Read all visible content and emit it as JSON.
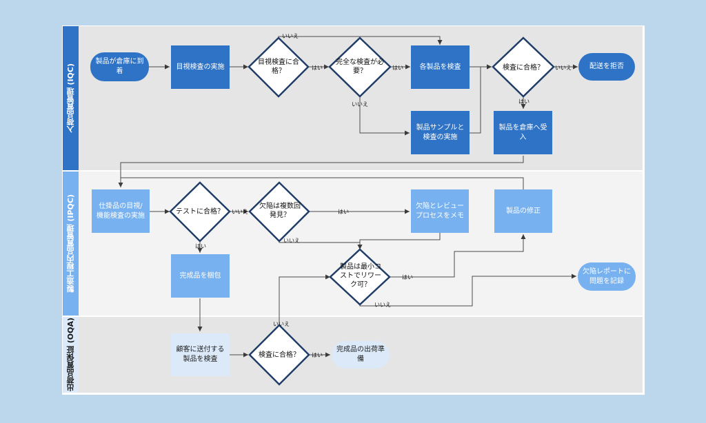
{
  "lanes": {
    "iqc": "入荷品質管理 (IQC)",
    "ipqc": "製造工程内品質管理 (IPQC)",
    "oqa": "出荷品質保証 (OQA)"
  },
  "nodes": {
    "arrive": "製品が倉庫に到着",
    "visual_inspect": "目視検査の実施",
    "visual_pass_q": "目視検査に合格？",
    "full_inspect_q": "完全な検査が必要？",
    "inspect_each": "各製品を検査",
    "pass_q1": "検査に合格？",
    "reject": "配送を拒否",
    "sample_inspect": "製品サンプルと検査の実施",
    "accept_warehouse": "製品を倉庫へ受入",
    "wip_inspect": "仕掛品の目視/機能検査の実施",
    "test_pass_q": "テストに合格？",
    "defect_multi_q": "欠陥は複数回発見？",
    "memo_defect": "欠陥とレビュープロセスをメモ",
    "fix_product": "製品の修正",
    "rework_q": "製品は最小コストでリワーク可？",
    "report_defect": "欠陥レポートに問題を記録",
    "pack": "完成品を梱包",
    "inspect_ship": "顧客に送付する製品を検査",
    "pass_q2": "検査に合格？",
    "ready_ship": "完成品の出荷準備"
  },
  "edge_labels": {
    "yes": "はい",
    "no": "いいえ"
  },
  "colors": {
    "dark_node": "#2f73c7",
    "mid_node": "#78b1ef",
    "light_node": "#dbe9f9",
    "lane_label_iqc": "#2f73c7",
    "lane_label_ipqc": "#78b1ef",
    "lane_label_oqa": "#dbe9f9",
    "diamond_stroke": "#1f3d66",
    "page_bg": "#bcd6ec"
  }
}
